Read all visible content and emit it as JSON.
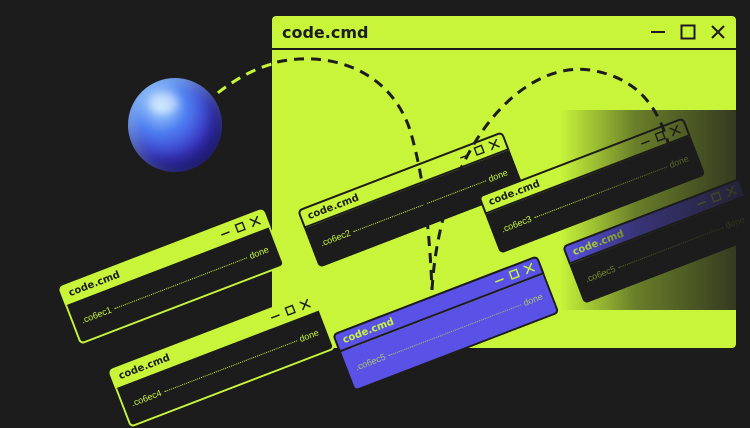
{
  "main_window": {
    "title": "code.cmd"
  },
  "mini_windows": [
    {
      "title": "code.cmd",
      "task": ".co6ec1",
      "status": "done"
    },
    {
      "title": "code.cmd",
      "task": ".co6ec2",
      "status": "done"
    },
    {
      "title": "code.cmd",
      "task": ".co6ec3",
      "status": "done"
    },
    {
      "title": "code.cmd",
      "task": ".co6ec4",
      "status": "done"
    },
    {
      "title": "code.cmd",
      "task": ".co6ec5",
      "status": "done"
    },
    {
      "title": "code.cmd",
      "task": ".co6ec5",
      "status": "done"
    }
  ],
  "colors": {
    "background": "#1c1c1c",
    "accent": "#c8f53a",
    "purple": "#5a52e6"
  },
  "icons": [
    "minimize-icon",
    "maximize-icon",
    "close-icon",
    "glass-orb"
  ]
}
